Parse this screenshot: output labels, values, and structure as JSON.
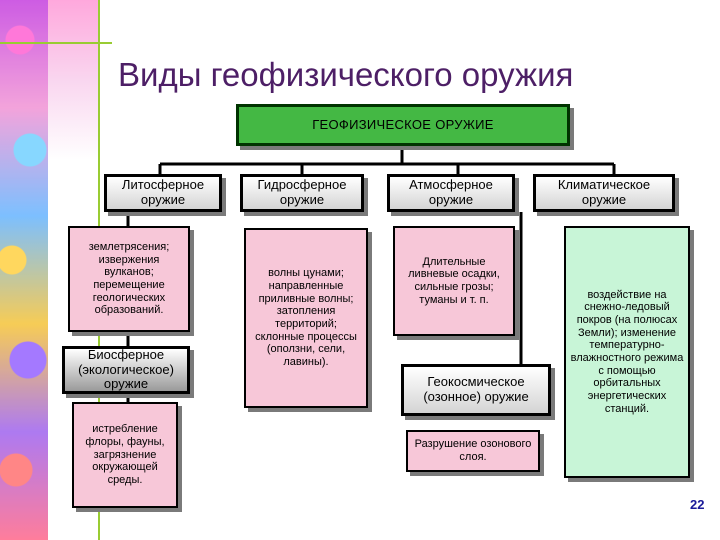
{
  "slide": {
    "title": "Виды геофизического оружия",
    "page_number": "22"
  },
  "diagram": {
    "root": "ГЕОФИЗИЧЕСКОЕ ОРУЖИЕ",
    "categories": {
      "litho": "Литосферное оружие",
      "hydro": "Гидросферное оружие",
      "atmo": "Атмосферное оружие",
      "climate": "Климатическое оружие",
      "bio": "Биосферное (экологическое) оружие",
      "geocosmic": "Геокосмическое (озонное) оружие"
    },
    "details": {
      "litho": "землетрясения; извержения вулканов; перемещение геологических образований.",
      "hydro": "волны цунами; направленные приливные волны; затопления территорий; склонные процессы (оползни, сели, лавины).",
      "atmo": "Длительные ливневые осадки, сильные грозы; туманы и т. п.",
      "climate": "воздействие на снежно-ледовый покров (на полюсах Земли); изменение температурно-влажностного режима с помощью орбитальных энергетических станций.",
      "bio": "истребление флоры, фауны, загрязнение окружающей среды.",
      "geocosmic": "Разрушение озонового слоя."
    }
  },
  "colors": {
    "title": "#4d1f66",
    "root_fill": "#44b844",
    "detail_pink": "#f7c7d8",
    "detail_mint": "#c8f5d7",
    "page_number": "#1a1a99"
  }
}
